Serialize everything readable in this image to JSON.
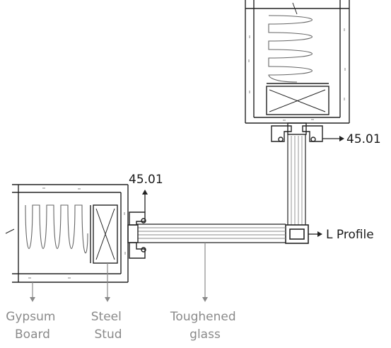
{
  "labels": {
    "top_reference": "45.01",
    "left_reference": "45.01",
    "l_profile": "L Profile",
    "gypsum_board": [
      "Gypsum",
      "Board"
    ],
    "steel_stud": [
      "Steel",
      "Stud"
    ],
    "toughened_glass": [
      "Toughened",
      "glass"
    ]
  },
  "colors": {
    "line": "#222222",
    "insulation": "#666666",
    "dashes": "#9a9a9a",
    "leader_grey": "#8a8a8a",
    "label_text": "#1a1a1a"
  }
}
